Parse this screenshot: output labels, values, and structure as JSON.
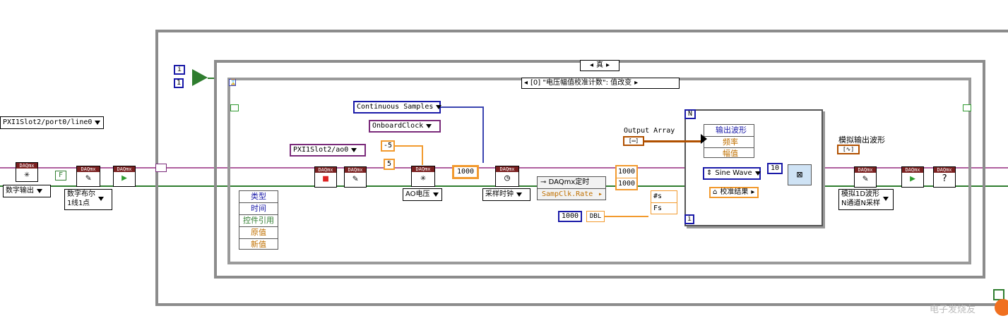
{
  "outer": {
    "bool_const": "F",
    "ctrl_i": "i",
    "ctrl_one": "1",
    "line_channel": "PXI1Slot2/port0/line0",
    "digital_output": "数字输出",
    "digital_bool": "数字布尔\n1线1点"
  },
  "case_selector": "真",
  "event_selector": "[0] \"电压幅值校准计数\": 值改变",
  "event_data": [
    "类型",
    "时间",
    "控件引用",
    "原值",
    "新值"
  ],
  "ao": {
    "sample_mode": "Continuous Samples",
    "clock_source": "OnboardClock",
    "channel": "PXI1Slot2/ao0",
    "min": "-5",
    "max": "5",
    "ao_voltage": "AO电压",
    "rate_const": "1000",
    "sample_clock": "采样时钟",
    "timing_node": "DAQmx定时",
    "timing_prop": "SampClk.Rate",
    "const_a": "1000",
    "const_b": "1000",
    "dbl_value": "1000",
    "dbl_label": "DBL",
    "fs_a": "#s",
    "fs_b": "Fs"
  },
  "loop": {
    "n_label": "N",
    "i_label": "i",
    "output_array": "Output Array",
    "output_wave": "输出波形",
    "frequency": "频率",
    "amplitude": "幅值",
    "sine_wave": "Sine Wave",
    "ten": "10",
    "calib_result": "校准结果"
  },
  "right": {
    "analog_out_wave": "模拟输出波形",
    "analog_1d": "模拟1D波形\nN通道N采样"
  },
  "daqmx_label": "DAQmx",
  "watermark": "电子发烧友"
}
